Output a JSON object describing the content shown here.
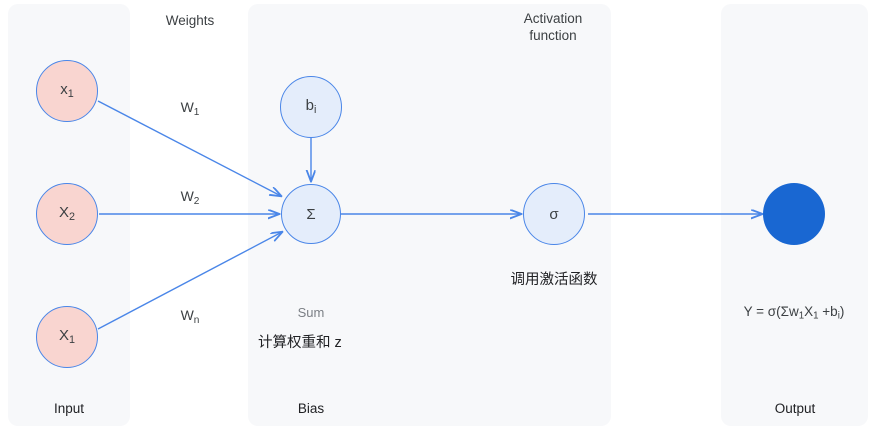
{
  "diagram": {
    "title": "Artificial neuron / perceptron diagram",
    "colors": {
      "panel_bg": "#f7f8fa",
      "input_node_fill": "#f9d5d0",
      "blue_node_fill": "#e4edfb",
      "node_stroke": "#4a86e8",
      "output_node_fill": "#1967d2",
      "wire": "#4a86e8",
      "text": "#3c4043",
      "muted_text": "#7b7f85"
    }
  },
  "sections": {
    "weights_label": "Weights",
    "activation_label_line1": "Activation",
    "activation_label_line2": "function"
  },
  "inputs": {
    "nodes": [
      {
        "label_main": "x",
        "label_sub": "1"
      },
      {
        "label_main": "X",
        "label_sub": "2"
      },
      {
        "label_main": "X",
        "label_sub": "1"
      }
    ]
  },
  "weights": [
    {
      "label_main": "W",
      "label_sub": "1"
    },
    {
      "label_main": "W",
      "label_sub": "2"
    },
    {
      "label_main": "W",
      "label_sub": "n"
    }
  ],
  "bias": {
    "node_main": "b",
    "node_sub": "i"
  },
  "sum": {
    "node_label": "Σ",
    "caption_en": "Sum",
    "caption_cn": "计算权重和 z"
  },
  "activation": {
    "node_label": "σ",
    "caption_cn": "调用激活函数"
  },
  "output": {
    "formula_prefix": "Y = σ(Σw",
    "formula_sub1": "1",
    "formula_mid": "X",
    "formula_sub2": "1",
    "formula_plus": " +b",
    "formula_sub3": "i",
    "formula_suffix": ")"
  },
  "footers": {
    "input": "Input",
    "bias": "Bias",
    "output": "Output"
  }
}
